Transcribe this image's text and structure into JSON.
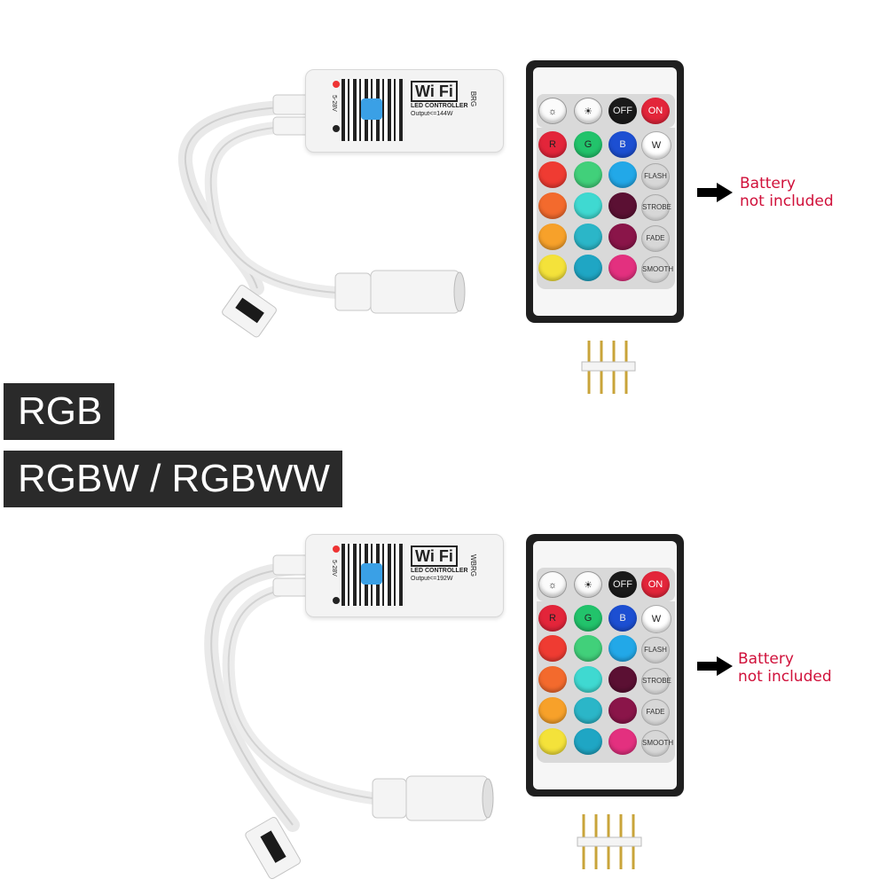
{
  "labels": {
    "rgb": "RGB",
    "rgbw": "RGBW / RGBWW"
  },
  "notes": {
    "top_line1": "Battery",
    "top_line2": "not included",
    "bottom_line1": "Battery",
    "bottom_line2": "not included"
  },
  "remote_keys": {
    "off": "OFF",
    "on": "ON",
    "r": "R",
    "g": "G",
    "b": "B",
    "w": "W",
    "flash": "FLASH",
    "strobe": "STROBE",
    "fade": "FADE",
    "smooth": "SMOOTH"
  },
  "controller_top": {
    "wifi_word": "Wi Fi",
    "sub": "LED CONTROLLER",
    "output": "Output<=144W",
    "voltage": "5-28V",
    "pins": "BRG"
  },
  "controller_bottom": {
    "wifi_word": "Wi Fi",
    "sub": "LED CONTROLLER",
    "output": "Output<=192W",
    "voltage": "5-28V",
    "pins": "WBRG"
  },
  "colors": {
    "label_bg": "#2a2a2a",
    "note_text": "#d0103a",
    "key_colors": [
      "#e3253a",
      "#22c36b",
      "#1c4fd2",
      "#ffffff",
      "#ef3b32",
      "#41d07a",
      "#22a8e8",
      "#f36a2d",
      "#3fd9d1",
      "#5b1033",
      "#f7a12a",
      "#2bb6c8",
      "#8a1549",
      "#f4e23a",
      "#1fa6c4",
      "#e3307f"
    ]
  }
}
